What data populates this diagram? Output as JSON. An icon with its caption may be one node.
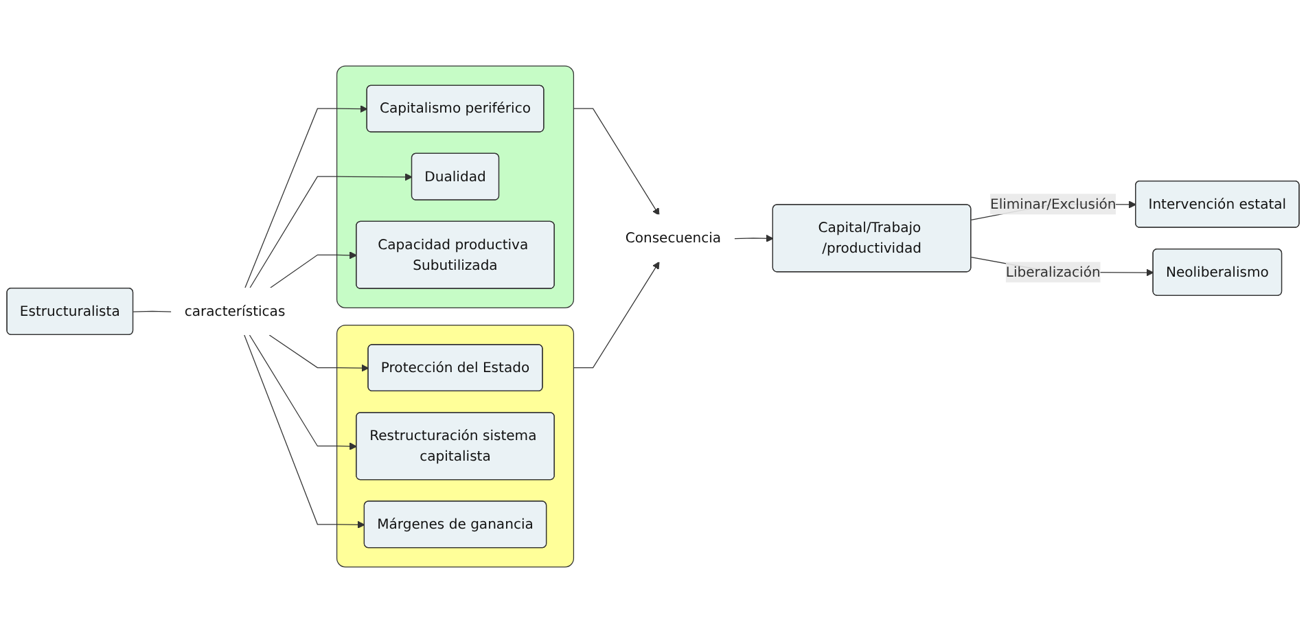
{
  "diagram": {
    "nodes": [
      {
        "text": [
          "Estructuralista"
        ]
      },
      {
        "text": [
          "características"
        ]
      },
      {
        "text": [],
        "shape": "box"
      },
      {
        "text": [
          "Capitalismo periférico"
        ],
        "in": 2
      },
      {
        "text": [
          "Dualidad"
        ],
        "in": 2
      },
      {
        "text": [
          "Capacidad productiva Subutilizada"
        ],
        "in": 2
      },
      {
        "text": [],
        "shape": "box"
      },
      {
        "text": [
          "Protección del Estado"
        ],
        "in": 6
      },
      {
        "text": [
          "Restructuración sistema capitalista"
        ],
        "in": 6
      },
      {
        "text": [
          "Márgenes de ganancia"
        ],
        "in": 6
      },
      {
        "text": [
          "Consecuencia"
        ]
      },
      {
        "text": [
          "Capital/Trabajo /productividad"
        ]
      },
      {
        "text": [
          "Intervención estatal"
        ]
      },
      {
        "text": [
          "Neoliberalismo"
        ]
      }
    ],
    "edges": [
      {
        "from": 0,
        "to": 1,
        "arrow": "none"
      },
      {
        "from": 1,
        "to": 3,
        "arrow": "to"
      },
      {
        "from": 1,
        "to": 4,
        "arrow": "to"
      },
      {
        "from": 1,
        "to": 5,
        "arrow": "to"
      },
      {
        "from": 1,
        "to": 7,
        "arrow": "to"
      },
      {
        "from": 1,
        "to": 8,
        "arrow": "to"
      },
      {
        "from": 1,
        "to": 9,
        "arrow": "to"
      },
      {
        "from": 2,
        "to": 10,
        "arrow": "to"
      },
      {
        "from": 6,
        "to": 10,
        "arrow": "to"
      },
      {
        "from": 10,
        "to": 11,
        "arrow": "to"
      },
      {
        "from": 11,
        "to": 12,
        "label": "Eliminar/Exclusión",
        "arrow": "to"
      },
      {
        "from": 11,
        "to": 13,
        "label": "Liberalización",
        "arrow": "to"
      }
    ]
  }
}
